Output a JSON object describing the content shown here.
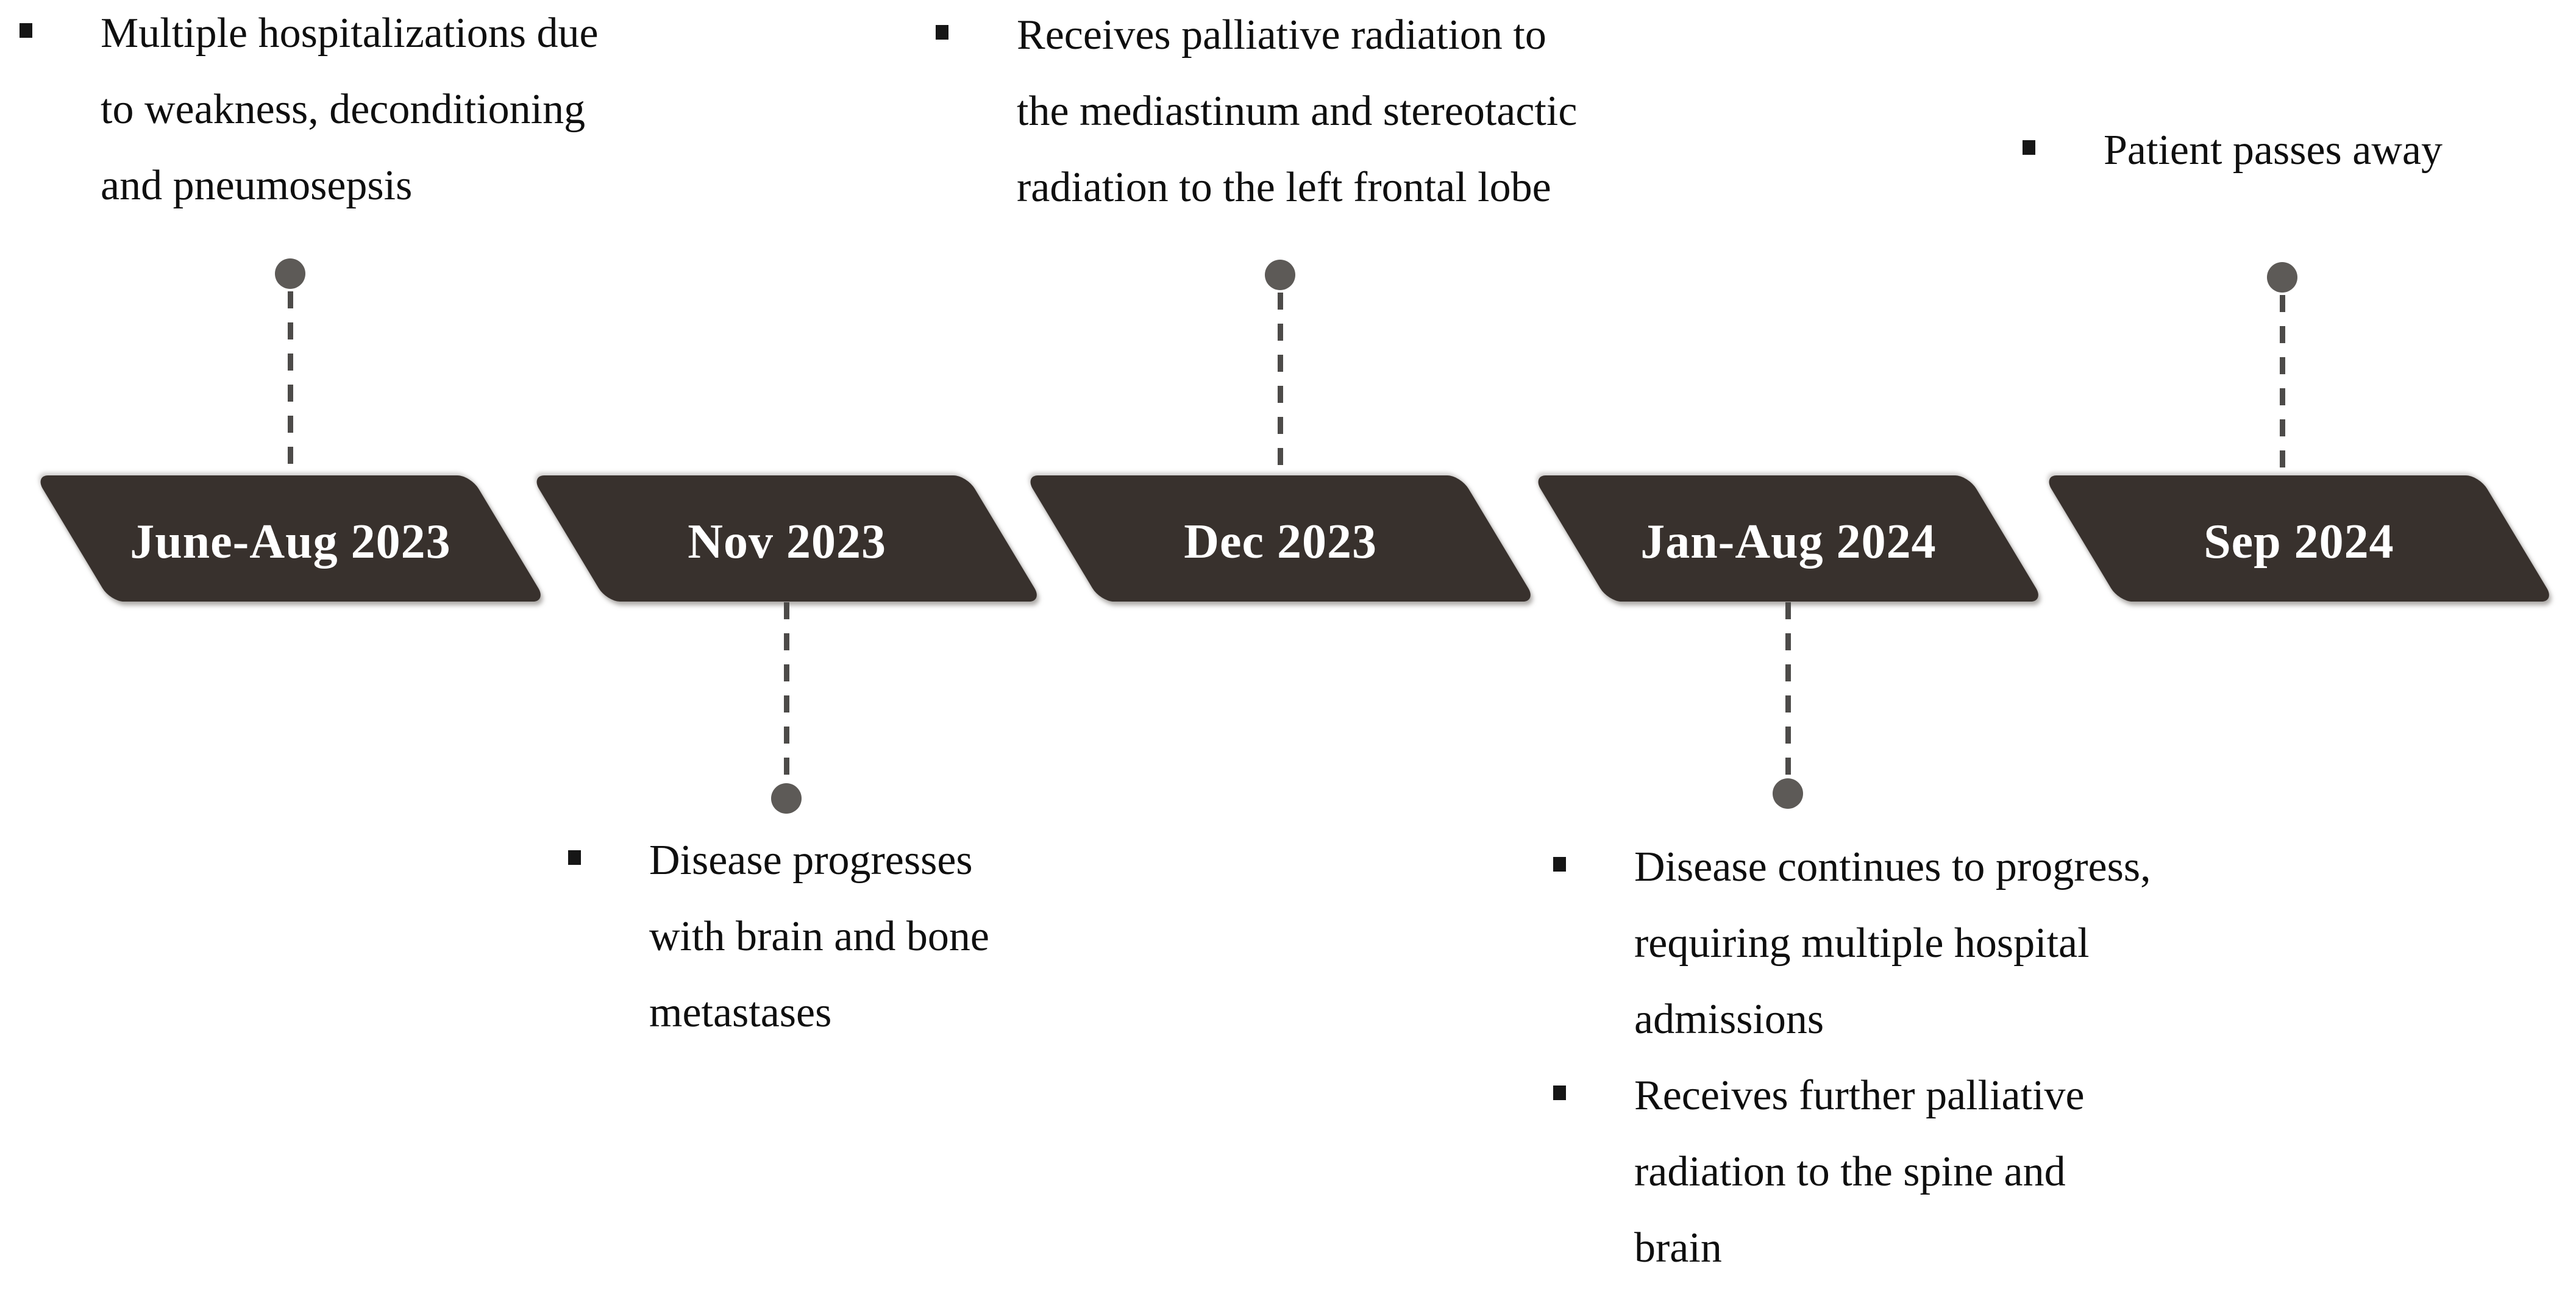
{
  "figure": {
    "type": "patient-case-timeline",
    "background": "#ffffff",
    "colors": {
      "bar_fill": "#38312d",
      "bar_label": "#ffffff",
      "connector_dash": "#4d4b49",
      "connector_dot": "#5d5a57",
      "body_text": "#0f0f0f",
      "bullet": "#161616"
    },
    "timeline": {
      "bars": [
        {
          "label": "June-Aug 2023"
        },
        {
          "label": "Nov 2023"
        },
        {
          "label": "Dec 2023"
        },
        {
          "label": "Jan-Aug 2024"
        },
        {
          "label": "Sep 2024"
        }
      ]
    },
    "events": [
      {
        "anchor": "June-Aug 2023",
        "placement": "above",
        "lines": [
          "Multiple hospitalizations due",
          "to weakness, deconditioning",
          "and pneumosepsis"
        ]
      },
      {
        "anchor": "Dec 2023",
        "placement": "above",
        "lines": [
          "Receives palliative radiation to",
          "the mediastinum and stereotactic",
          "radiation to the left frontal lobe"
        ]
      },
      {
        "anchor": "Sep 2024",
        "placement": "above",
        "lines": [
          "Patient passes away"
        ]
      },
      {
        "anchor": "Nov 2023",
        "placement": "below",
        "lines": [
          "Disease progresses",
          "with brain and bone",
          "metastases"
        ]
      },
      {
        "anchor": "Jan-Aug 2024",
        "placement": "below",
        "bullets": [
          {
            "lines": [
              "Disease continues to progress,",
              "requiring multiple hospital",
              "admissions"
            ]
          },
          {
            "lines": [
              "Receives further palliative",
              "radiation to the spine and",
              "brain"
            ]
          }
        ]
      }
    ]
  }
}
